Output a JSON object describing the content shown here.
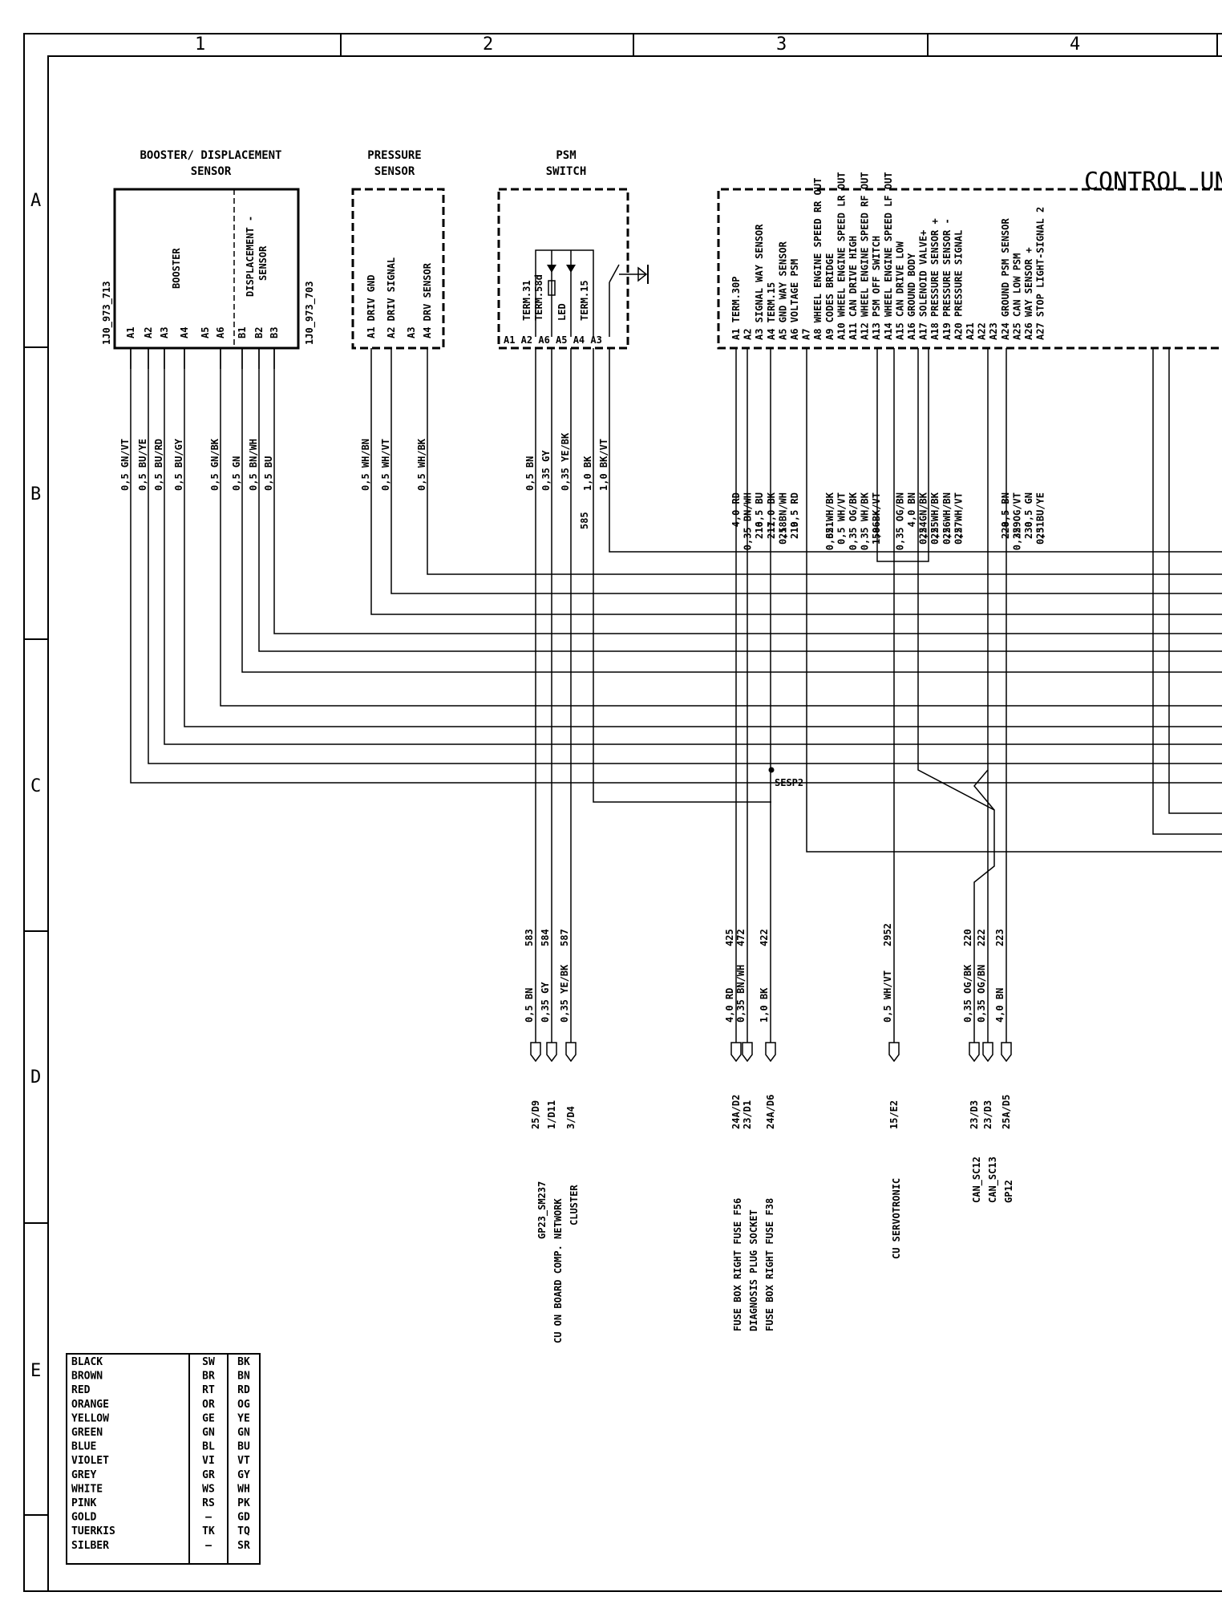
{
  "grid": {
    "columns": [
      "1",
      "2",
      "3",
      "4"
    ],
    "rows": [
      "A",
      "B",
      "C",
      "D",
      "E"
    ]
  },
  "title": "CONTROL UN",
  "components": {
    "booster": {
      "label_line1": "BOOSTER/ DISPLACEMENT",
      "label_line2": "SENSOR",
      "part_left": "1J0_973_713",
      "part_right": "1J0_973_703",
      "inner_left": "BOOSTER",
      "inner_right_1": "DISPLACEMENT -",
      "inner_right_2": "SENSOR",
      "pins": [
        "A1",
        "A2",
        "A3",
        "A4",
        "A5",
        "A6",
        "B1",
        "B2",
        "B3"
      ],
      "wires": [
        "0,5 GN/VT",
        "0,5 BU/YE",
        "0,5 BU/RD",
        "0,5 BU/GY",
        "0,5 GN/BK",
        "0,5 GN",
        "0,5 BN/WH",
        "0,5 BU"
      ]
    },
    "pressure": {
      "label_line1": "PRESSURE",
      "label_line2": "SENSOR",
      "pins": [
        "A1 DRIV GND",
        "A2 DRIV SIGNAL",
        "A3",
        "A4 DRV SENSOR"
      ],
      "wires": [
        "0,5 WH/BN",
        "0,5 WH/VT",
        "0,5 WH/BK"
      ]
    },
    "psm": {
      "label_line1": "PSM",
      "label_line2": "SWITCH",
      "inner": [
        "TERM.31",
        "TERM.58d",
        "LED",
        "TERM.15"
      ],
      "pins_row": "A1 A2 A6 A5 A4 A3",
      "wires": [
        "0,5 BN",
        "0,35 GY",
        "0,35 YE/BK",
        "1,0 BK",
        "1,0 BK/VT"
      ],
      "wire_no": "585"
    },
    "control": {
      "pins": [
        "A1 TERM.30P",
        "A2",
        "A3 SIGNAL WAY SENSOR",
        "A4 TERM.15",
        "A5 GND WAY SENSOR",
        "A6 VOLTAGE PSM",
        "A7",
        "A8 WHEEL ENGINE SPEED RR OUT",
        "A9 CODES BRIDGE",
        "A10 WHEEL ENGINE SPEED LR OUT",
        "A11 CAN DRIVE HIGH",
        "A12 WHEEL ENGINE SPEED RF OUT",
        "A13 PSM OFF SWITCH",
        "A14 WHEEL ENGINE SPEED LF OUT",
        "A15 CAN DRIVE LOW",
        "A16 GROUND BODY",
        "A17 SOLENOID VALVE+",
        "A18 PRESSURE SENSOR +",
        "A19 PRESSURE SENSOR -",
        "A20 PRESSURE SIGNAL",
        "A21",
        "A22",
        "A23",
        "A24 GROUND PSM SENSOR",
        "A25 CAN LOW PSM",
        "A26 WAY SENSOR +",
        "A27 STOP LIGHT-SIGNAL 2"
      ],
      "wires": [
        "4,0 RD",
        "0,35 BN/WH",
        "0,5 BU",
        "1,0 BK",
        "0,5 BN/WH",
        "0,5 RD",
        "0,35 WH/BK",
        "0,5 WH/VT",
        "0,35 OG/BK",
        "0,35 WH/BK",
        "1,0 BK/VT",
        "0,35 OG/BN",
        "4,0 BN",
        "0,5 GN/BK",
        "0,5 WH/BK",
        "0,5 WH/BN",
        "0,5 WH/VT",
        "0,5 BN",
        "0,35 OG/VT",
        "0,5 GN",
        "0,5 BU/YE"
      ],
      "wire_numbers": [
        "216",
        "217",
        "218",
        "219",
        "621",
        "586",
        "224",
        "225",
        "226",
        "227",
        "228",
        "229",
        "230",
        "231"
      ]
    }
  },
  "splice": "SESP2",
  "destinations": {
    "network": {
      "numbers": [
        "583",
        "584",
        "587"
      ],
      "wires": [
        "0,5 BN",
        "0,35 GY",
        "0,35 YE/BK"
      ],
      "refs": [
        "25/D9",
        "1/D11",
        "3/D4"
      ],
      "names": [
        "GP23_SM237",
        "CU ON BOARD COMP. NETWORK",
        "CLUSTER"
      ]
    },
    "fuse": {
      "numbers": [
        "425",
        "472",
        "422"
      ],
      "wires": [
        "4,0 RD",
        "0,35 BN/WH",
        "1,0 BK"
      ],
      "refs": [
        "24A/D2",
        "23/D1",
        "24A/D6"
      ],
      "names": [
        "FUSE BOX RIGHT FUSE F56",
        "DIAGNOSIS PLUG SOCKET",
        "FUSE BOX RIGHT FUSE F38"
      ]
    },
    "servo": {
      "numbers": [
        "2952"
      ],
      "wires": [
        "0,5 WH/VT"
      ],
      "refs": [
        "15/E2"
      ],
      "names": [
        "CU SERVOTRONIC"
      ]
    },
    "can": {
      "numbers": [
        "220",
        "222",
        "223"
      ],
      "wires": [
        "0,35 OG/BK",
        "0,35 OG/BN",
        "4,0 BN"
      ],
      "refs": [
        "23/D3",
        "23/D3",
        "25A/D5"
      ],
      "names": [
        "CAN_SC12",
        "CAN_SC13",
        "GP12"
      ]
    }
  },
  "legend": [
    [
      "BLACK",
      "SW",
      "BK"
    ],
    [
      "BROWN",
      "BR",
      "BN"
    ],
    [
      "RED",
      "RT",
      "RD"
    ],
    [
      "ORANGE",
      "OR",
      "OG"
    ],
    [
      "YELLOW",
      "GE",
      "YE"
    ],
    [
      "GREEN",
      "GN",
      "GN"
    ],
    [
      "BLUE",
      "BL",
      "BU"
    ],
    [
      "VIOLET",
      "VI",
      "VT"
    ],
    [
      "GREY",
      "GR",
      "GY"
    ],
    [
      "WHITE",
      "WS",
      "WH"
    ],
    [
      "PINK",
      "RS",
      "PK"
    ],
    [
      "GOLD",
      "—",
      "GD"
    ],
    [
      "TUERKIS",
      "TK",
      "TQ"
    ],
    [
      "SILBER",
      "—",
      "SR"
    ]
  ]
}
